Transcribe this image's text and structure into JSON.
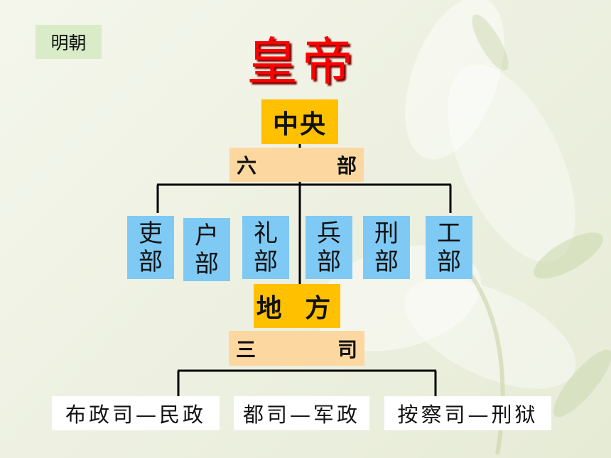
{
  "dynasty_label": "明朝",
  "emperor": "皇帝",
  "central": {
    "label": "中央",
    "six_ministries_left": "六",
    "six_ministries_right": "部",
    "ministries": [
      {
        "top": "吏",
        "bottom": "部"
      },
      {
        "top": "户",
        "bottom": "部"
      },
      {
        "top": "礼",
        "bottom": "部"
      },
      {
        "top": "兵",
        "bottom": "部"
      },
      {
        "top": "刑",
        "bottom": "部"
      },
      {
        "top": "工",
        "bottom": "部"
      }
    ]
  },
  "local": {
    "label": "地 方",
    "three_si_left": "三",
    "three_si_right": "司",
    "offices": [
      "布政司—民政",
      "都司—军政",
      "按察司—刑狱"
    ]
  },
  "colors": {
    "emperor_red": "#ff0000",
    "yellow_box": "#ffc000",
    "tan_box": "#fcd7a0",
    "blue_box": "#7ecaf5",
    "tag_green": "#d9ebc7",
    "connector": "#000000"
  }
}
